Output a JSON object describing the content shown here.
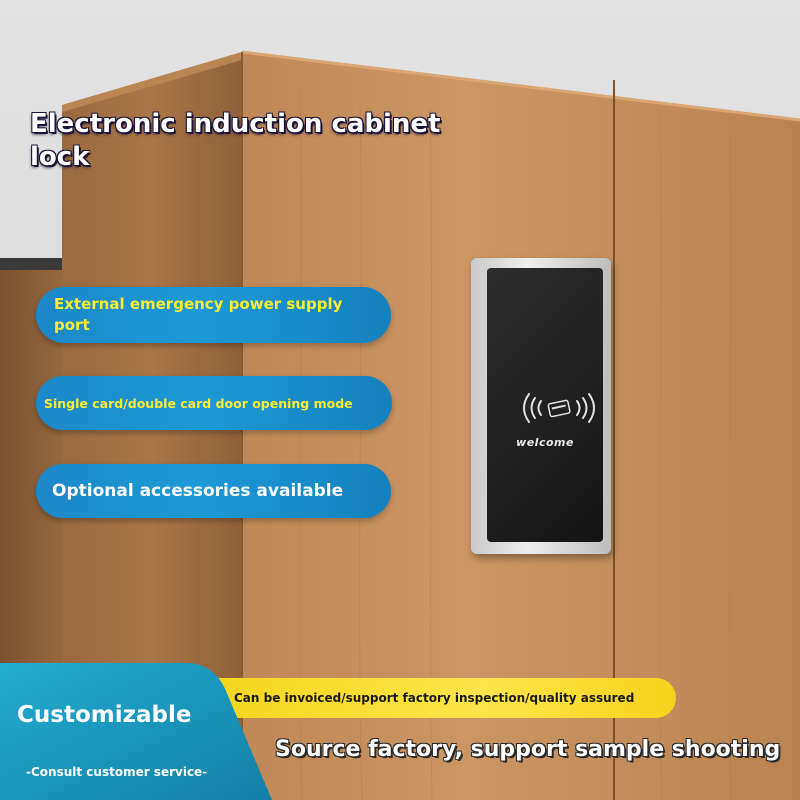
{
  "title": "Electronic induction cabinet lock",
  "features": {
    "power_port": "External emergency power supply port",
    "card_mode": "Single card/double card door opening mode",
    "accessories": "Optional accessories available"
  },
  "lock": {
    "welcome_label": "welcome",
    "rfid_icon": "rfid-card-waves-icon"
  },
  "banner": {
    "assurance": "Can be invoiced/support factory inspection/quality assured",
    "customizable": "Customizable",
    "consult": "-Consult customer service-",
    "source": "Source factory, support sample shooting"
  },
  "colors": {
    "pill_blue": "#1d9ad6",
    "pill_text_yellow": "#ffee2e",
    "banner_yellow": "#ffe54a",
    "teal": "#1fa3c6",
    "lock_face": "#1f1f1f",
    "wood": "#c58f5c"
  }
}
